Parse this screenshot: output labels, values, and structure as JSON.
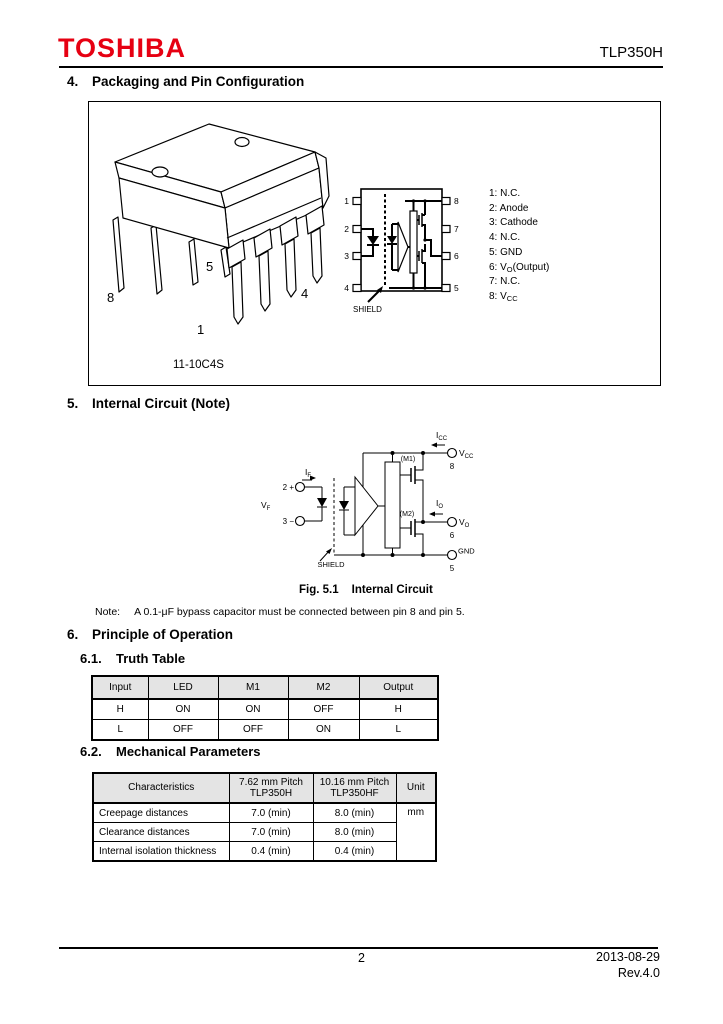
{
  "header": {
    "brand": "TOSHIBA",
    "part": "TLP350H"
  },
  "sec4": {
    "num": "4.",
    "title": "Packaging and Pin Configuration"
  },
  "package": {
    "name": "11-10C4S",
    "callout_8": "8",
    "callout_5": "5",
    "callout_1": "1",
    "callout_4": "4"
  },
  "pin_diagram": {
    "left_pins": [
      "1",
      "2",
      "3",
      "4"
    ],
    "right_pins": [
      "8",
      "7",
      "6",
      "5"
    ],
    "shield": "SHIELD"
  },
  "pin_list": [
    {
      "pre": "1: N.C.",
      "sub": "",
      "post": ""
    },
    {
      "pre": "2: Anode",
      "sub": "",
      "post": ""
    },
    {
      "pre": "3: Cathode",
      "sub": "",
      "post": ""
    },
    {
      "pre": "4: N.C.",
      "sub": "",
      "post": ""
    },
    {
      "pre": "5: GND",
      "sub": "",
      "post": ""
    },
    {
      "pre": "6: V",
      "sub": "O",
      "post": "(Output)"
    },
    {
      "pre": "7: N.C.",
      "sub": "",
      "post": ""
    },
    {
      "pre": "8: V",
      "sub": "CC",
      "post": ""
    }
  ],
  "sec5": {
    "num": "5.",
    "title": "Internal Circuit (Note)"
  },
  "circuit": {
    "pin2": "2 +",
    "pin3": "3 −",
    "i_f": {
      "b": "I",
      "s": "F"
    },
    "v_f": {
      "b": "V",
      "s": "F"
    },
    "i_cc": {
      "b": "I",
      "s": "CC"
    },
    "i_o": {
      "b": "I",
      "s": "O"
    },
    "v_cc": {
      "b": "V",
      "s": "CC"
    },
    "v_o": {
      "b": "V",
      "s": "O"
    },
    "gnd": "GND",
    "m1": "(M1)",
    "m2": "(M2)",
    "shield": "SHIELD",
    "pin8": "8",
    "pin6": "6",
    "pin5": "5"
  },
  "figure": {
    "num": "Fig. 5.1",
    "title": "Internal Circuit"
  },
  "note": {
    "label": "Note:",
    "text": "A 0.1-μF bypass capacitor must be connected between pin 8 and pin 5."
  },
  "sec6": {
    "num": "6.",
    "title": "Principle of Operation"
  },
  "sec61": {
    "num": "6.1.",
    "title": "Truth Table"
  },
  "truth_table": {
    "headers": [
      "Input",
      "LED",
      "M1",
      "M2",
      "Output"
    ],
    "rows": [
      [
        "H",
        "ON",
        "ON",
        "OFF",
        "H"
      ],
      [
        "L",
        "OFF",
        "OFF",
        "ON",
        "L"
      ]
    ]
  },
  "sec62": {
    "num": "6.2.",
    "title": "Mechanical Parameters"
  },
  "mech_table": {
    "col_characteristics": "Characteristics",
    "col1_line1": "7.62 mm Pitch",
    "col1_line2": "TLP350H",
    "col2_line1": "10.16 mm Pitch",
    "col2_line2": "TLP350HF",
    "col_unit": "Unit",
    "rows": [
      [
        "Creepage distances",
        "7.0 (min)",
        "8.0 (min)"
      ],
      [
        "Clearance distances",
        "7.0 (min)",
        "8.0 (min)"
      ],
      [
        "Internal isolation thickness",
        "0.4 (min)",
        "0.4 (min)"
      ]
    ],
    "unit_value": "mm"
  },
  "footer": {
    "page": "2",
    "date": "2013-08-29",
    "rev": "Rev.4.0"
  }
}
